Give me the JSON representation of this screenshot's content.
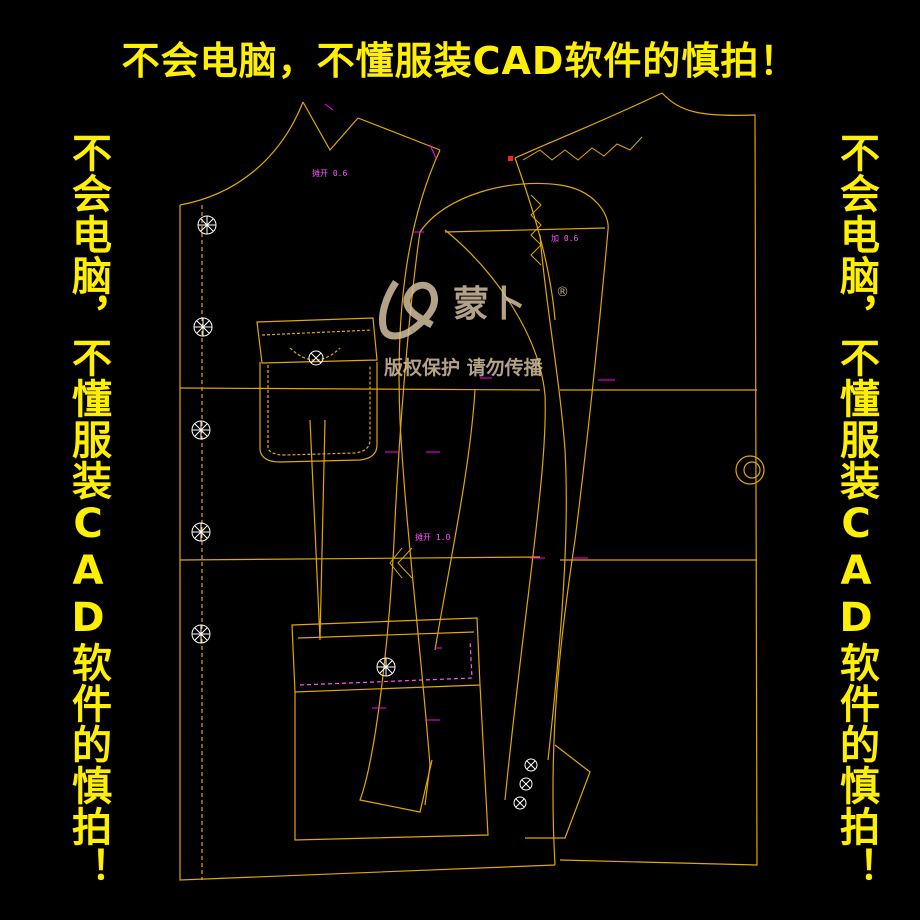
{
  "headline": "不会电脑，不懂服装CAD软件的慎拍！",
  "side_text_left": "不会电脑，不懂服装CAD软件的慎拍！",
  "side_text_right": "不会电脑，不懂服装CAD软件的慎拍！",
  "watermark": {
    "brand": "蒙卜",
    "registered": "®",
    "notice": "版权保护 请勿传播"
  },
  "pattern_notes": {
    "collar_note": "摊开 0.6",
    "armhole_note": "加 0.6",
    "dart_note": "摊开 1.0"
  },
  "colors": {
    "background": "#000000",
    "headline": "#ffef00",
    "pattern_line": "#e0a800",
    "annotation": "#ff55ff",
    "marker": "#ff00ff",
    "watermark": "#d4bfa0"
  }
}
